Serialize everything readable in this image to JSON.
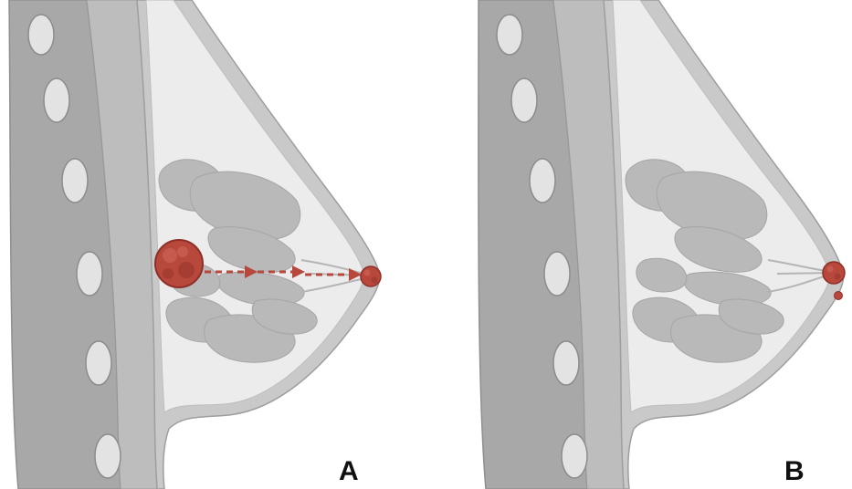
{
  "figure": {
    "panels": [
      {
        "label": "A",
        "description_icon": "breast-cross-section-with-tumor-and-arrows"
      },
      {
        "label": "B",
        "description_icon": "breast-cross-section-with-nipple-lesion"
      }
    ]
  },
  "colors": {
    "skin": "#c7c7c7",
    "skin_outline": "#9e9e9e",
    "tissue": "#ececec",
    "lobule": "#b8b8b8",
    "muscle": "#a4a4a4",
    "rib": "#d9d9d9",
    "tumor": "#b8473c",
    "tumor_dark": "#8e2f27",
    "arrow": "#b8473c"
  }
}
